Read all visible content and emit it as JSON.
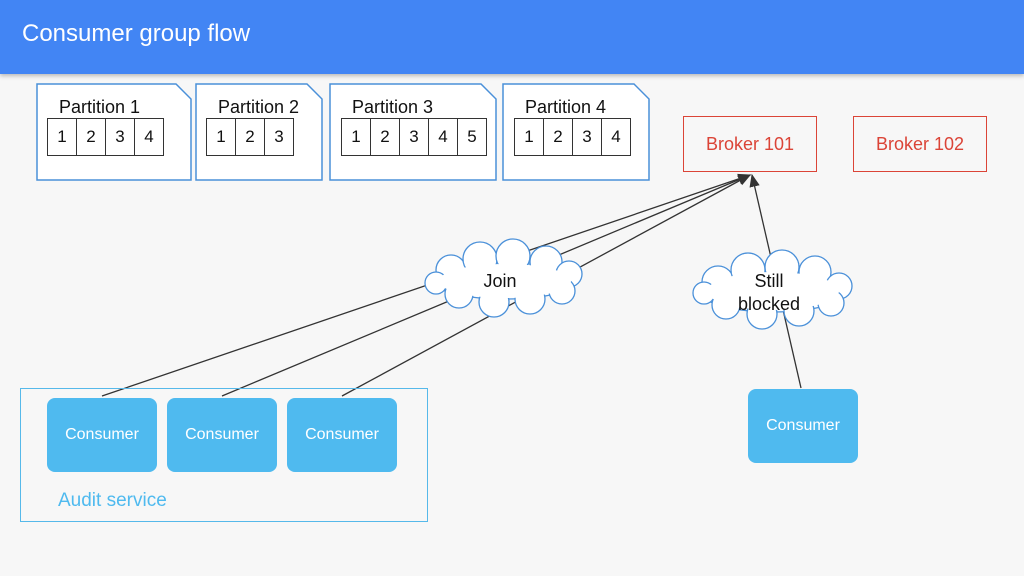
{
  "header": {
    "title": "Consumer group flow"
  },
  "partitions": [
    {
      "label": "Partition 1",
      "cells": [
        "1",
        "2",
        "3",
        "4"
      ]
    },
    {
      "label": "Partition 2",
      "cells": [
        "1",
        "2",
        "3"
      ]
    },
    {
      "label": "Partition 3",
      "cells": [
        "1",
        "2",
        "3",
        "4",
        "5"
      ]
    },
    {
      "label": "Partition 4",
      "cells": [
        "1",
        "2",
        "3",
        "4"
      ]
    }
  ],
  "brokers": [
    {
      "label": "Broker 101"
    },
    {
      "label": "Broker 102"
    }
  ],
  "clouds": {
    "join": "Join",
    "still_blocked": "Still blocked"
  },
  "group": {
    "label": "Audit service",
    "consumers": [
      {
        "label": "Consumer"
      },
      {
        "label": "Consumer"
      },
      {
        "label": "Consumer"
      }
    ]
  },
  "standalone_consumer": {
    "label": "Consumer"
  },
  "colors": {
    "header": "#4285f4",
    "broker": "#db4437",
    "consumer": "#4fbaef",
    "partition_border": "#4a90d9"
  }
}
